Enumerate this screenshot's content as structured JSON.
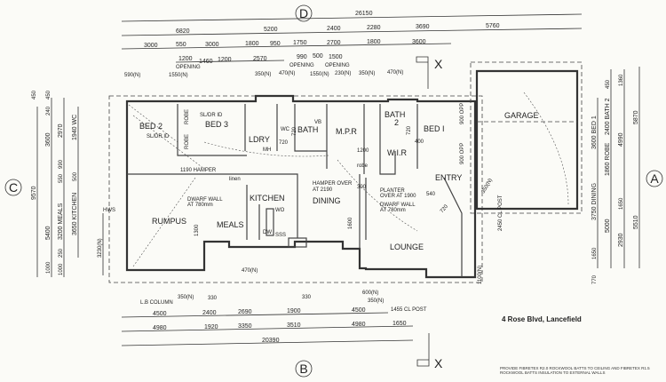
{
  "title": "4 Rose Blvd, Lancefield",
  "notes": "PROVIDE FIBRETEX R2.0 ROCKWOOL BATTS TO CEILING AND FIBRETEX R1.5 ROCKWOOL BATTS INSULATION TO EXTERNAL WALLS",
  "grid_labels": {
    "top": "D",
    "bottom": "B",
    "left": "C",
    "right": "A",
    "section": "X"
  },
  "rooms": {
    "bed2": "BED 2",
    "bed3": "BED 3",
    "ldry": "LDRY",
    "wc": "WC",
    "bath": "BATH",
    "mpr": "M.P.R",
    "bath2": "BATH",
    "bath2_num": "2",
    "bed1": "BED I",
    "wir": "W.I.R",
    "garage": "GARAGE",
    "entry": "ENTRY",
    "kitchen": "KITCHEN",
    "dining": "DINING",
    "rumpus": "RUMPUS",
    "meals": "MEALS",
    "lounge": "LOUNGE"
  },
  "annotations": {
    "sldr1": "SL/DR ID",
    "sldr2": "SL/DR ID",
    "robe1": "ROBE",
    "robe2": "ROBE",
    "robe3": "robe",
    "hamper": "1190 HAMPER",
    "linen": "linen",
    "hamper_over_1": "HAMPER OVER",
    "hamper_over_2": "AT 2190",
    "planter_1": "PLANTER",
    "planter_2": "OVER AT 1900",
    "dwarf_l1": "DWARF WALL",
    "dwarf_l2": "AT 780mm",
    "dwarf_r1": "DWARF WALL",
    "dwarf_r2": "AT 780mm",
    "d1300": "1300",
    "d1600": "1600",
    "d1200": "1200",
    "d300": "300",
    "d400": "400",
    "d540": "540",
    "d720a": "720",
    "d720b": "720",
    "d720c": "720",
    "d720d": "720",
    "hws": "HWS",
    "lb_column": "L.B COLUMN",
    "wo": "WO",
    "dw": "DW",
    "sss": "SSS",
    "mh": "MH",
    "vb": "VB",
    "opp1": "900 OPP",
    "opp2": "900 OPP",
    "d470n": "470(N)",
    "d350n_side": "350(N)",
    "cl_post": "2450 CL POST",
    "d1100": "1100(N)"
  },
  "dims_top": {
    "overall": "26150",
    "row2": [
      "6820",
      "5200",
      "2400",
      "2280",
      "3690",
      "5760"
    ],
    "row3": [
      "3000",
      "550",
      "3000",
      "1800",
      "950",
      "1750",
      "2700",
      "1800",
      "3600"
    ],
    "row4": [
      "1200",
      "1460",
      "1200",
      "2570",
      "990",
      "500",
      "1500"
    ],
    "openings": [
      "OPENING",
      "OPENING",
      "OPENING"
    ],
    "row5": [
      "590(N)",
      "1550(N)",
      "350(N)",
      "470(N)",
      "1550(N)",
      "230(N)",
      "350(N)",
      "470(N)"
    ]
  },
  "dims_bottom": {
    "row1": [
      "350(N)",
      "330",
      "330",
      "600(N)",
      "350(N)"
    ],
    "row2": [
      "4500",
      "2400",
      "2690",
      "1900",
      "4500",
      "1455 CL POST"
    ],
    "row3": [
      "4980",
      "1920",
      "3350",
      "3510",
      "4980",
      "1650"
    ],
    "overall": "20390"
  },
  "dims_left": {
    "col1": [
      "9570"
    ],
    "col2": [
      "450",
      "240",
      "3600",
      "5400",
      "1000"
    ],
    "col3": [
      "450",
      "2970",
      "990",
      "550",
      "3200 MEALS",
      "250",
      "1000"
    ],
    "col4": [
      "1940 WC",
      "500",
      "3650 KITCHEN"
    ],
    "hws_dim": "3230(N)"
  },
  "dims_right": {
    "col1": [
      "3600 BED 1",
      "3750 DINING",
      "1650"
    ],
    "col2": [
      "450",
      "2400 BATH 2",
      "1860 ROBE",
      "5000"
    ],
    "col3": [
      "1360",
      "4990",
      "1650",
      "2930"
    ],
    "col4": [
      "5870",
      "5510"
    ],
    "misc": "770"
  }
}
